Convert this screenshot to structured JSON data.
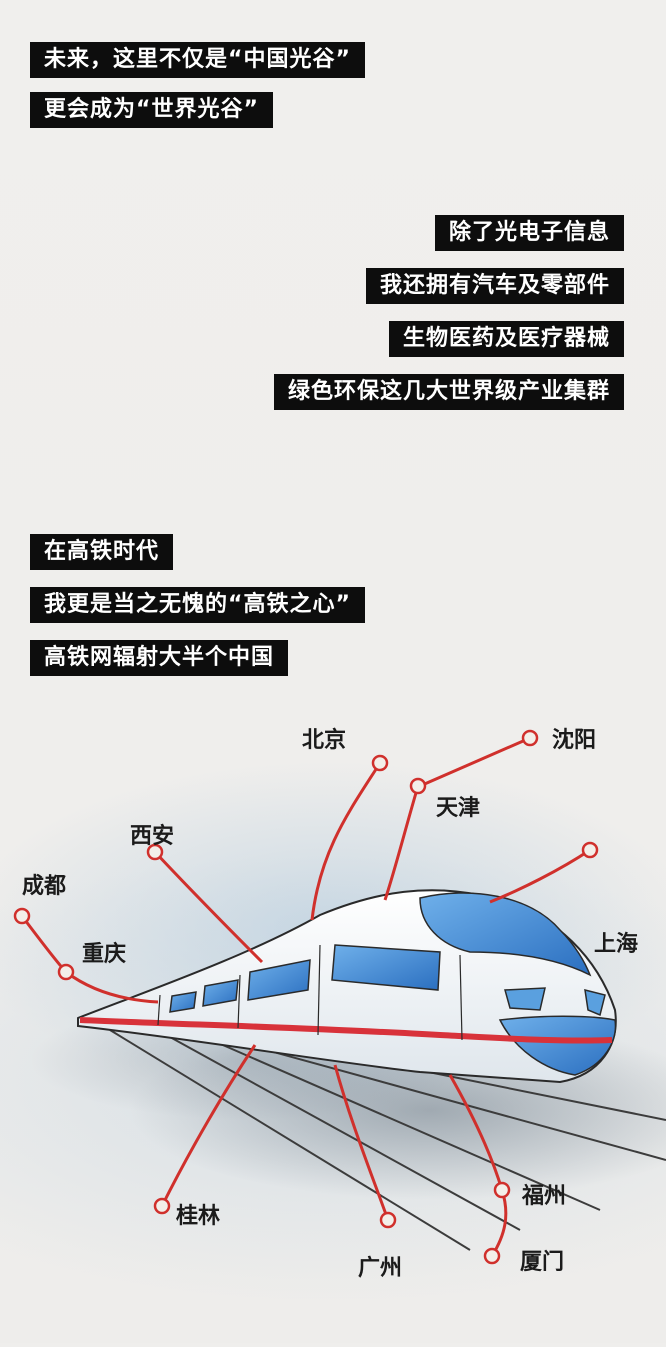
{
  "captions": {
    "c1": "未来，这里不仅是“中国光谷”",
    "c2": "更会成为“世界光谷”",
    "c3": "除了光电子信息",
    "c4": "我还拥有汽车及零部件",
    "c5": "生物医药及医疗器械",
    "c6": "绿色环保这几大世界级产业集群",
    "c7": "在高铁时代",
    "c8": "我更是当之无愧的“高铁之心”",
    "c9": "高铁网辐射大半个中国"
  },
  "cities": {
    "beijing": "北京",
    "shenyang": "沈阳",
    "tianjin": "天津",
    "xian": "西安",
    "chengdu": "成都",
    "chongqing": "重庆",
    "shanghai": "上海",
    "guilin": "桂林",
    "guangzhou": "广州",
    "fuzhou": "福州",
    "xiamen": "厦门"
  },
  "colors": {
    "caption_bg": "#0d0d0d",
    "caption_text": "#ffffff",
    "route_line": "#d0302c",
    "train_blue": "#2f7fcf",
    "train_red": "#d8323a"
  }
}
